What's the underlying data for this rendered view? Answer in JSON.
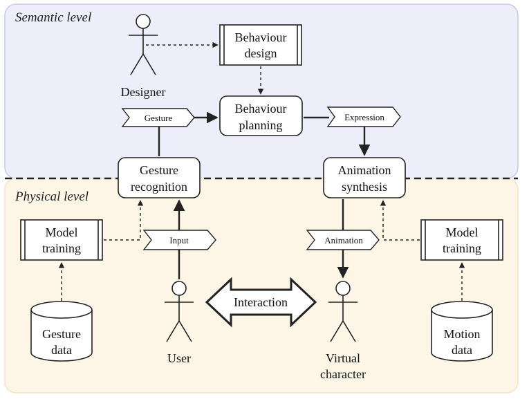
{
  "regions": {
    "semantic": "Semantic level",
    "physical": "Physical level"
  },
  "actors": {
    "designer": "Designer",
    "user": "User",
    "virtual_character": [
      "Virtual",
      "character"
    ]
  },
  "processes": {
    "behaviour_design": [
      "Behaviour",
      "design"
    ],
    "model_training_left": [
      "Model",
      "training"
    ],
    "model_training_right": [
      "Model",
      "training"
    ]
  },
  "boxes": {
    "behaviour_planning": [
      "Behaviour",
      "planning"
    ],
    "gesture_recognition": [
      "Gesture",
      "recognition"
    ],
    "animation_synthesis": [
      "Animation",
      "synthesis"
    ]
  },
  "tags": {
    "gesture": "Gesture",
    "expression": "Expression",
    "input": "Input",
    "animation": "Animation"
  },
  "databases": {
    "gesture_data": [
      "Gesture",
      "data"
    ],
    "motion_data": [
      "Motion",
      "data"
    ]
  },
  "interaction": "Interaction",
  "colors": {
    "semantic_fill": "#eeeefb",
    "semantic_stroke": "#c9c9ee",
    "physical_fill": "#fdf5e6",
    "physical_stroke": "#f3e3c3",
    "ink": "#222222"
  }
}
